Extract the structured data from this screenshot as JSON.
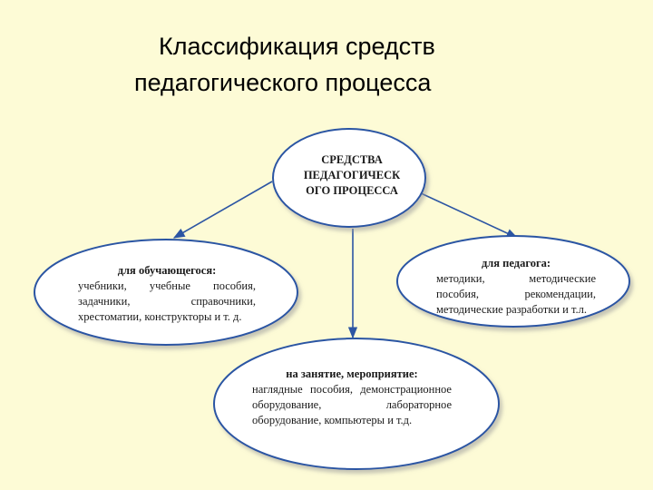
{
  "title": {
    "line1": "Классификация средств",
    "line2": "педагогического процесса"
  },
  "center": {
    "lines": [
      "СРЕДСТВА",
      "ПЕДАГОГИЧЕСК",
      "ОГО ПРОЦЕССА"
    ]
  },
  "left": {
    "heading": "для обучающегося:",
    "rows": [
      [
        "учебники,",
        "учебные",
        "пособия,"
      ],
      [
        "задачники,",
        "справочники,"
      ],
      [
        "хрестоматии, конструкторы и т. д."
      ]
    ]
  },
  "right": {
    "heading": "для педагога:",
    "rows": [
      [
        "методики,",
        "методические"
      ],
      [
        "пособия,",
        "рекомендации,"
      ],
      [
        "методические разработки и т.л."
      ]
    ]
  },
  "bottom": {
    "heading": "на занятие, мероприятие:",
    "rows": [
      [
        "наглядные",
        "пособия,",
        "демонстрационное"
      ],
      [
        "оборудование,",
        "лабораторное"
      ],
      [
        "оборудование, компьютеры и т.д."
      ]
    ]
  },
  "colors": {
    "background": "#FDFBD6",
    "ellipse_stroke": "#2C55A3",
    "ellipse_fill": "#FFFFFF"
  }
}
